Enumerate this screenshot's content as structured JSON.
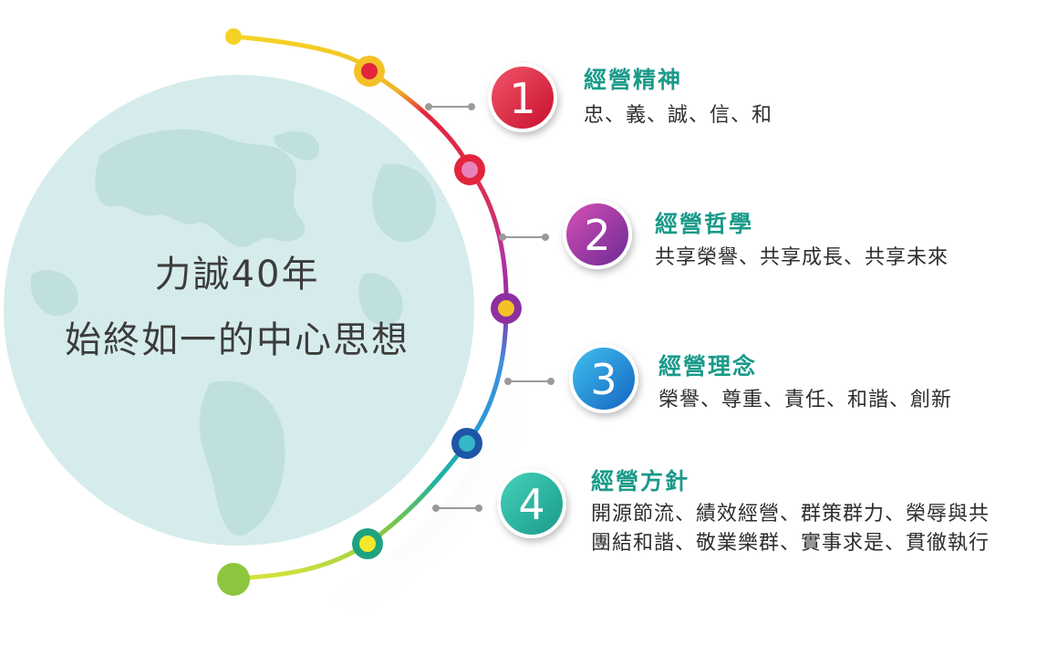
{
  "center": {
    "line1": "力誠40年",
    "line2": "始終如一的中心思想"
  },
  "items": [
    {
      "number": "1",
      "title": "經營精神",
      "desc": [
        "忠、義、誠、信、和"
      ],
      "color": "#e2253c"
    },
    {
      "number": "2",
      "title": "經營哲學",
      "desc": [
        "共享榮譽、共享成長、共享未來"
      ],
      "color": "#9b2a9c"
    },
    {
      "number": "3",
      "title": "經營理念",
      "desc": [
        "榮譽、尊重、責任、和諧、創新"
      ],
      "color": "#1f8fd6"
    },
    {
      "number": "4",
      "title": "經營方針",
      "desc": [
        "開源節流、績效經營、群策群力、榮辱與共",
        "團結和諧、敬業樂群、實事求是、貫徹執行"
      ],
      "color": "#1fb39e"
    }
  ],
  "colors": {
    "title_text": "#1a9a8a",
    "globe": "#d6ecec",
    "arc_start": "#f4d326",
    "arc_red": "#e2253c",
    "arc_purple": "#9b2a9c",
    "arc_blue": "#2a9ad8",
    "arc_teal": "#1fb39e",
    "arc_end": "#8cc63f"
  }
}
